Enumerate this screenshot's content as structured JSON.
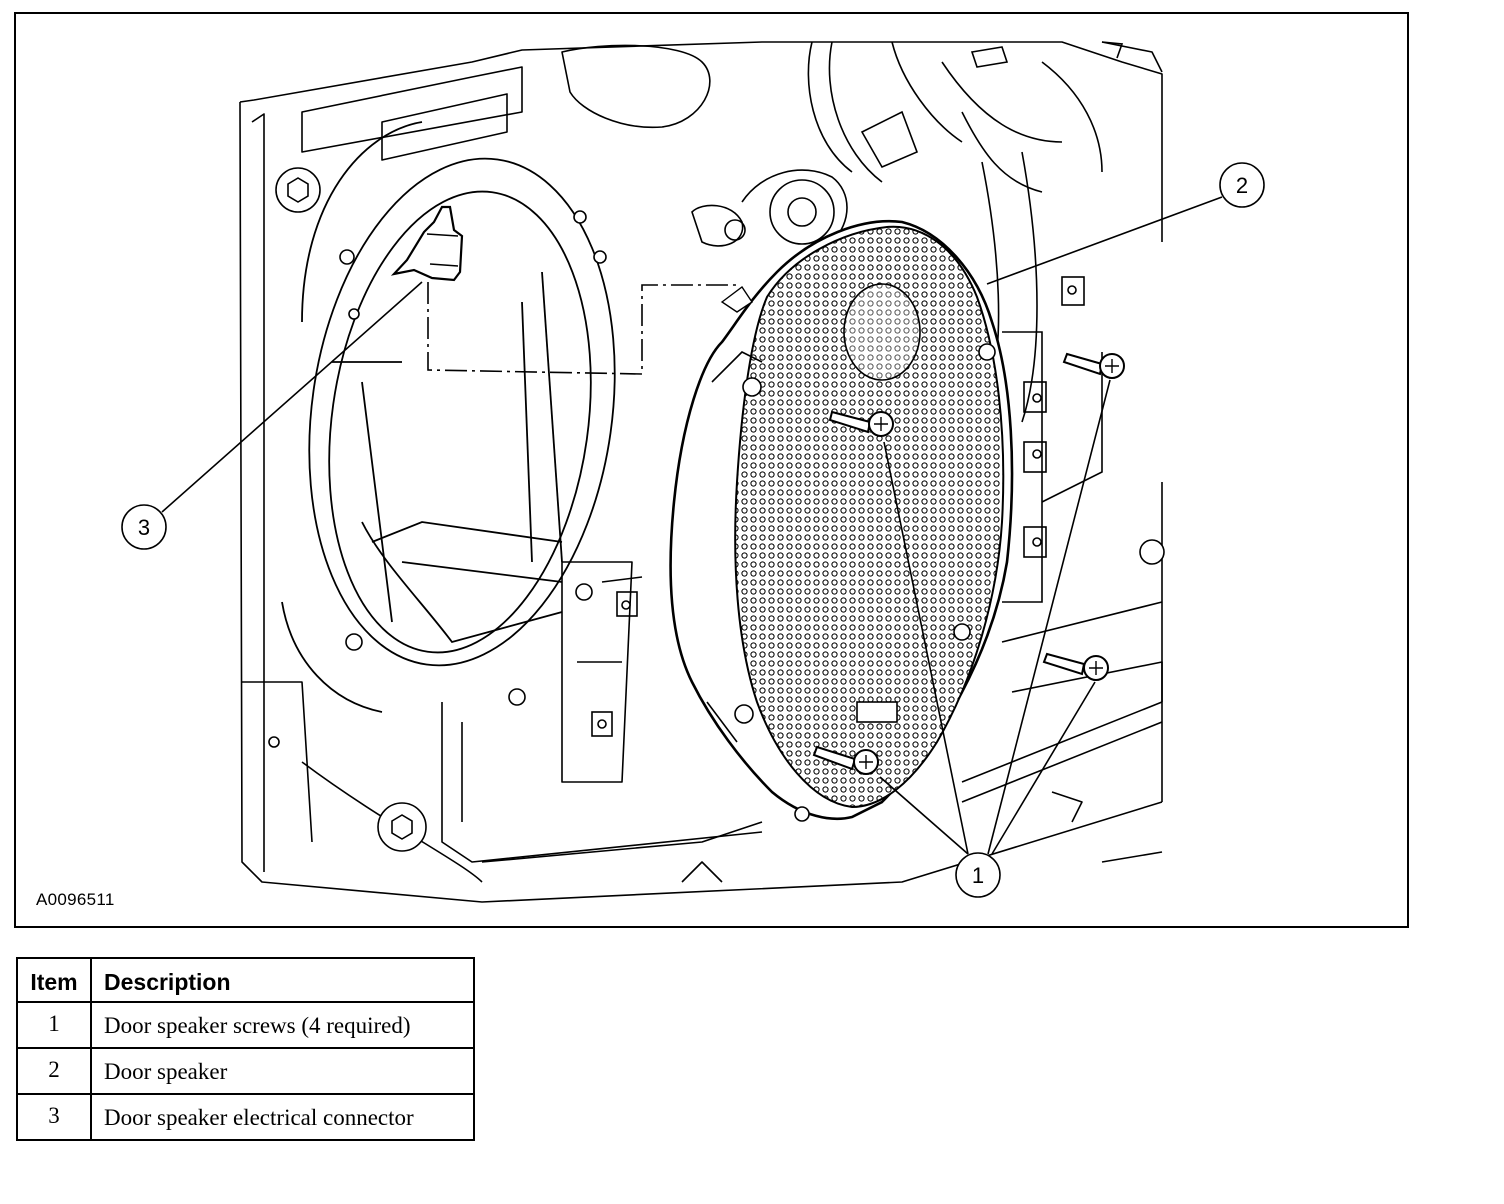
{
  "figure": {
    "id": "A0096511",
    "callouts": [
      {
        "number": "1"
      },
      {
        "number": "2"
      },
      {
        "number": "3"
      }
    ]
  },
  "legend": {
    "headers": {
      "item": "Item",
      "description": "Description"
    },
    "rows": [
      {
        "item": "1",
        "description": "Door speaker screws (4 required)"
      },
      {
        "item": "2",
        "description": "Door speaker"
      },
      {
        "item": "3",
        "description": "Door speaker electrical connector"
      }
    ]
  }
}
